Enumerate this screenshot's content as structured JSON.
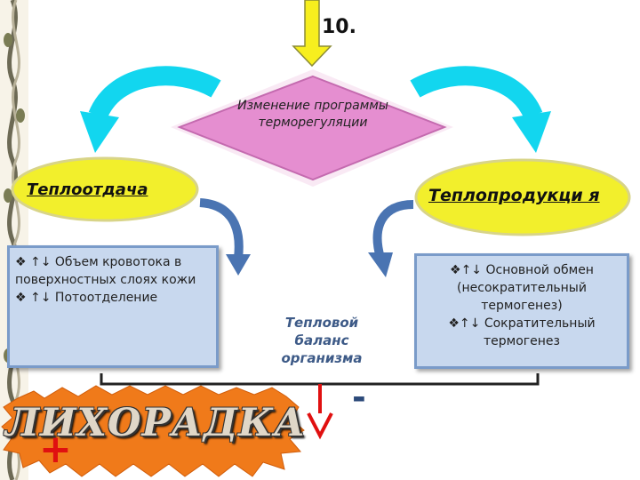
{
  "slide_number": "10.",
  "center": {
    "label": "Изменение программы терморегуляции"
  },
  "left": {
    "title": "Теплоотдача",
    "items": [
      "❖ ↑↓ Объем кровотока в поверхностных слоях кожи",
      "❖  ↑↓ Потоотделение"
    ]
  },
  "right": {
    "title": "Теплопродукци я",
    "items": [
      "❖↑↓ Основной обмен (несократительный термогенез)",
      "❖↑↓ Сократительный термогенез"
    ]
  },
  "balance": {
    "label": "Тепловой баланс организма"
  },
  "fever": {
    "label": "ЛИХОРАДКА",
    "plus": "+",
    "minus": "-"
  },
  "colors": {
    "diamond": "#e58ed0",
    "oval": "#f2ef2c",
    "cyan_arrow": "#12d6ef",
    "blue_arrow": "#4a74b2",
    "box_bg": "#c8d8ee",
    "red": "#e01010",
    "starburst": "#f07a1a"
  },
  "icons": [
    "vine-decoration",
    "down-arrow-icon",
    "curved-arrow-icon",
    "starburst-icon",
    "red-down-arrow-icon"
  ]
}
